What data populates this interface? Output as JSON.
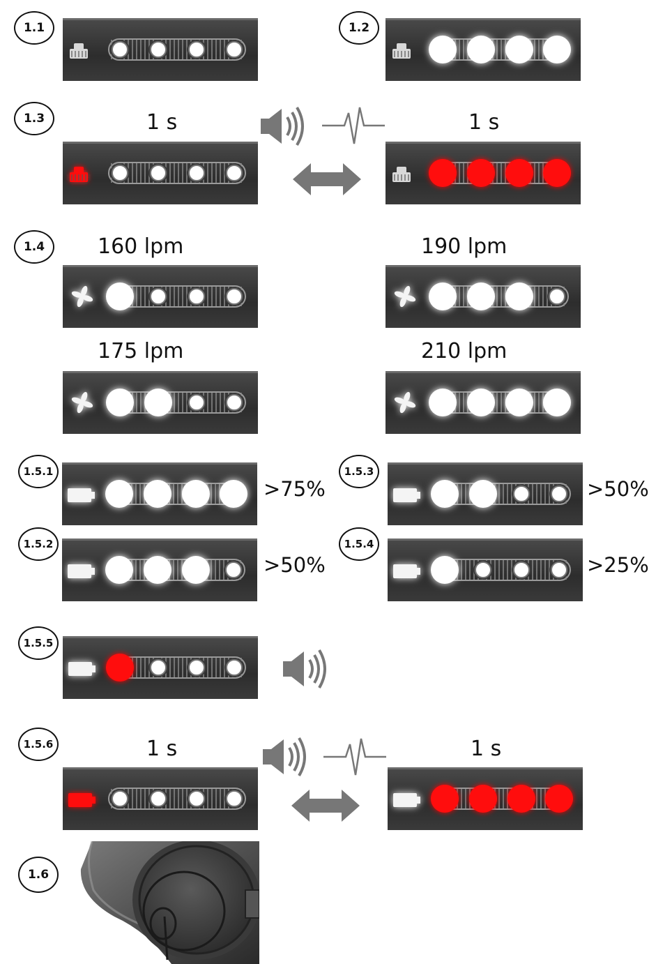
{
  "badges": {
    "b1_1": "1.1",
    "b1_2": "1.2",
    "b1_3": "1.3",
    "b1_4": "1.4",
    "b1_5_1": "1.5.1",
    "b1_5_2": "1.5.2",
    "b1_5_3": "1.5.3",
    "b1_5_4": "1.5.4",
    "b1_5_5": "1.5.5",
    "b1_5_6": "1.5.6",
    "b1_6": "1.6"
  },
  "captions": {
    "s1_3_left": "1 s",
    "s1_3_right": "1 s",
    "flow_160": "160 lpm",
    "flow_190": "190 lpm",
    "flow_175": "175 lpm",
    "flow_210": "210 lpm",
    "s1_5_6_left": "1 s",
    "s1_5_6_right": "1 s"
  },
  "percentages": {
    "p1_5_1": ">75%",
    "p1_5_2": ">50%",
    "p1_5_3": ">50%",
    "p1_5_4": ">25%"
  },
  "colors": {
    "panel_dark": "#333333",
    "led_white": "#ffffff",
    "led_red": "#ff1010",
    "arrow_gray": "#777777"
  },
  "icons": {
    "filter": "filter-icon",
    "fan": "fan-icon",
    "battery": "battery-icon",
    "speaker": "speaker-icon",
    "pulse": "pulse-icon",
    "double_arrow": "double-arrow-icon",
    "power_button": "power-button-icon"
  },
  "panels": {
    "p1_1": {
      "icon": "filter",
      "icon_state": "off",
      "leds": [
        "off",
        "off",
        "off",
        "off"
      ]
    },
    "p1_2": {
      "icon": "filter",
      "icon_state": "off",
      "leds": [
        "white",
        "white",
        "white",
        "white"
      ]
    },
    "p1_3a": {
      "icon": "filter",
      "icon_state": "red",
      "leds": [
        "off",
        "off",
        "off",
        "off"
      ]
    },
    "p1_3b": {
      "icon": "filter",
      "icon_state": "off",
      "leds": [
        "red",
        "red",
        "red",
        "red"
      ]
    },
    "p160": {
      "icon": "fan",
      "icon_state": "white",
      "leds": [
        "white",
        "off",
        "off",
        "off"
      ]
    },
    "p190": {
      "icon": "fan",
      "icon_state": "white",
      "leds": [
        "white",
        "white",
        "white",
        "off"
      ]
    },
    "p175": {
      "icon": "fan",
      "icon_state": "white",
      "leds": [
        "white",
        "white",
        "off",
        "off"
      ]
    },
    "p210": {
      "icon": "fan",
      "icon_state": "white",
      "leds": [
        "white",
        "white",
        "white",
        "white"
      ]
    },
    "p1_5_1": {
      "icon": "battery",
      "icon_state": "white",
      "leds": [
        "white",
        "white",
        "white",
        "white"
      ]
    },
    "p1_5_2": {
      "icon": "battery",
      "icon_state": "white",
      "leds": [
        "white",
        "white",
        "white",
        "off"
      ]
    },
    "p1_5_3": {
      "icon": "battery",
      "icon_state": "white",
      "leds": [
        "white",
        "white",
        "off",
        "off"
      ]
    },
    "p1_5_4": {
      "icon": "battery",
      "icon_state": "white",
      "leds": [
        "white",
        "off",
        "off",
        "off"
      ]
    },
    "p1_5_5": {
      "icon": "battery",
      "icon_state": "white",
      "leds": [
        "red",
        "off",
        "off",
        "off"
      ]
    },
    "p1_5_6a": {
      "icon": "battery",
      "icon_state": "red",
      "leds": [
        "off",
        "off",
        "off",
        "off"
      ]
    },
    "p1_5_6b": {
      "icon": "battery",
      "icon_state": "white",
      "leds": [
        "red",
        "red",
        "red",
        "red"
      ]
    }
  }
}
